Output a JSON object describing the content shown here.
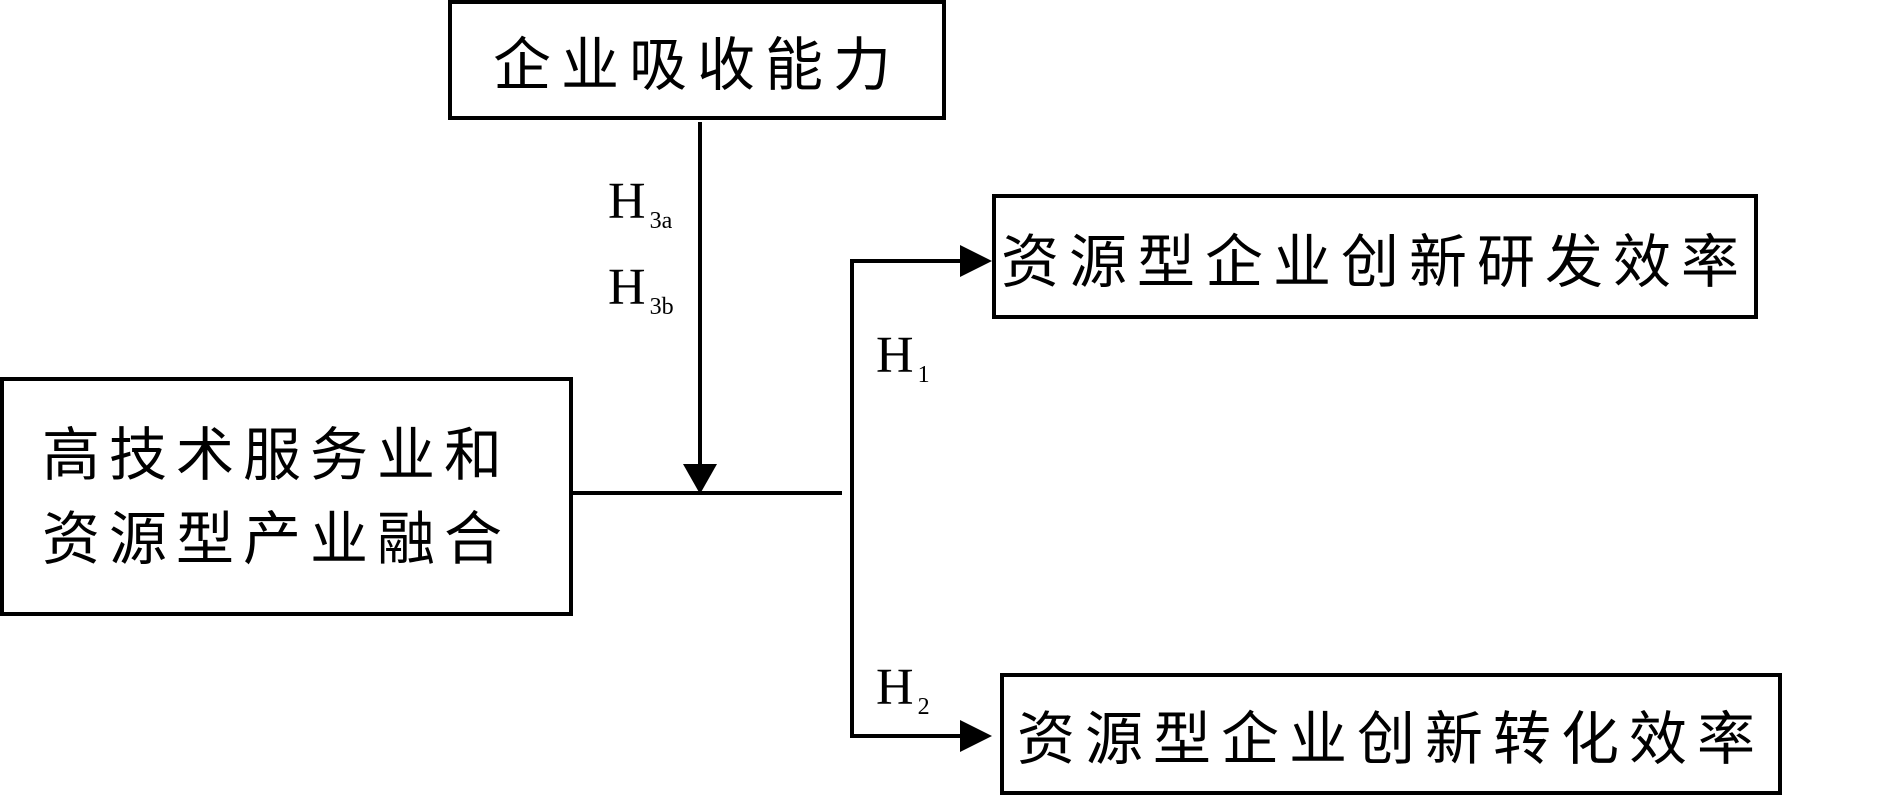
{
  "boxes": {
    "absorptive_capacity": "企业吸收能力",
    "fusion_line1": "高技术服务业和",
    "fusion_line2": "资源型产业融合",
    "rd_efficiency": "资源型企业创新研发效率",
    "transformation_efficiency": "资源型企业创新转化效率"
  },
  "hypotheses": {
    "h3a": {
      "letter": "H",
      "sub": "3a"
    },
    "h3b": {
      "letter": "H",
      "sub": "3b"
    },
    "h1": {
      "letter": "H",
      "sub": "1"
    },
    "h2": {
      "letter": "H",
      "sub": "2"
    }
  },
  "colors": {
    "line": "#000000",
    "background": "#ffffff"
  }
}
